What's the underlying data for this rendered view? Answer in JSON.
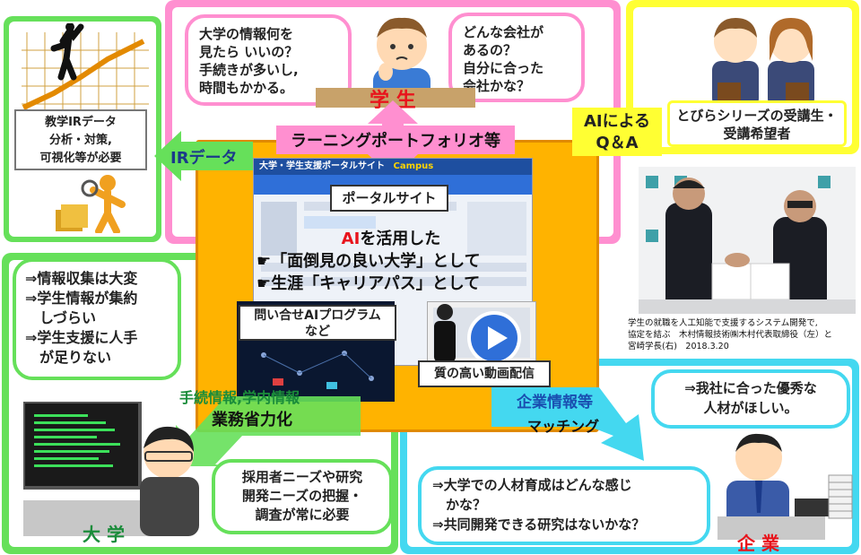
{
  "student": {
    "bubble_left": [
      "大学の情報何を",
      "見たら いいの？",
      "手続きが多いし,",
      "時間もかかる。"
    ],
    "bubble_right": [
      "どんな会社が",
      "あるの？",
      "自分に合った",
      "会社かな？"
    ],
    "label": "学 生"
  },
  "applicants": {
    "bubble": [
      "とびらシリーズの受講生・",
      "受講希望者"
    ],
    "ai_qa": [
      "AIによる",
      "Q＆A"
    ]
  },
  "ir": {
    "box": [
      "教学IRデータ",
      "分析・対策,",
      "可視化等が必要"
    ],
    "arrow_label": "IRデータ"
  },
  "center": {
    "banner": "ラーニングポートフォリオ等",
    "portal_header": "大学・学生支援ポータルサイト",
    "portal_campus": "Campus",
    "portal_label": "ポータルサイト",
    "ai_line1_ai": "AI",
    "ai_line1_rest": "を活用した",
    "ai_line2": "☛「面倒見の良い大学」として",
    "ai_line3": "☛生涯「キャリアパス」として",
    "inquiry": [
      "問い合せAIプログラム",
      "など"
    ],
    "video": "質の高い動画配信"
  },
  "photo": {
    "caption": [
      "学生の就職を人工知能で支援するシステム開発で,",
      "協定を結ぶ　木村情報技術㈱木村代表取締役（左）と",
      "宮崎学長(右)　2018.3.20"
    ]
  },
  "university": {
    "problems": [
      "⇒情報収集は大変",
      "⇒学生情報が集約",
      "　しづらい",
      "⇒学生支援に人手",
      "　が足りない"
    ],
    "efficiency_1": "手続情報,学内情報",
    "efficiency_2": "業務省力化",
    "needs": [
      "採用者ニーズや研究",
      "開発ニーズの把握・",
      "調査が常に必要"
    ],
    "label": "大 学"
  },
  "company": {
    "matching_1": "企業情報等",
    "matching_2": "マッチング",
    "want": [
      "⇒我社に合った優秀な",
      "人材がほしい。"
    ],
    "questions": [
      "⇒大学での人材育成はどんな感じ",
      "　かな？",
      "⇒共同開発できる研究はないかな？"
    ],
    "label": "企 業"
  },
  "colors": {
    "pink": "#ff8fd0",
    "yellow": "#ffff33",
    "green": "#66e05a",
    "cyan": "#44d8f0",
    "orange": "#ffb300",
    "blue": "#2f6fd8"
  }
}
